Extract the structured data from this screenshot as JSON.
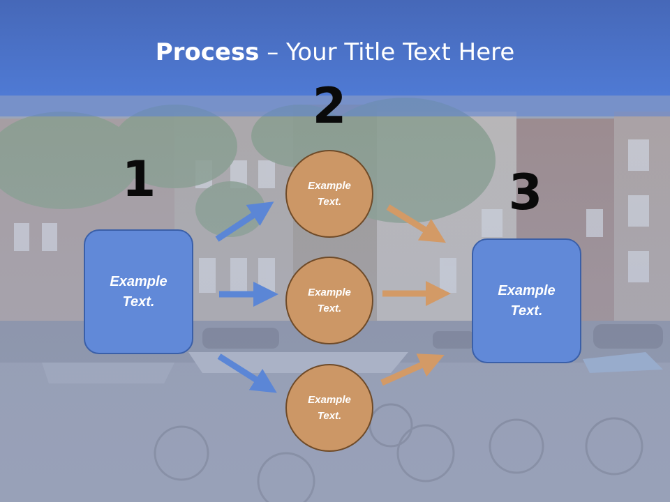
{
  "title": {
    "bold": "Process",
    "rest": " – Your Title Text Here"
  },
  "steps": [
    {
      "number": "1",
      "label": "Example\nText."
    },
    {
      "number": "2",
      "items": [
        "Example\nText.",
        "Example\nText.",
        "Example\nText."
      ]
    },
    {
      "number": "3",
      "label": "Example\nText."
    }
  ],
  "colors": {
    "header": "#4f7ad4",
    "box_fill": "#6189d8",
    "circle_fill": "#cc9766",
    "arrow_blue": "#5b86d6",
    "arrow_orange": "#d39a66"
  }
}
